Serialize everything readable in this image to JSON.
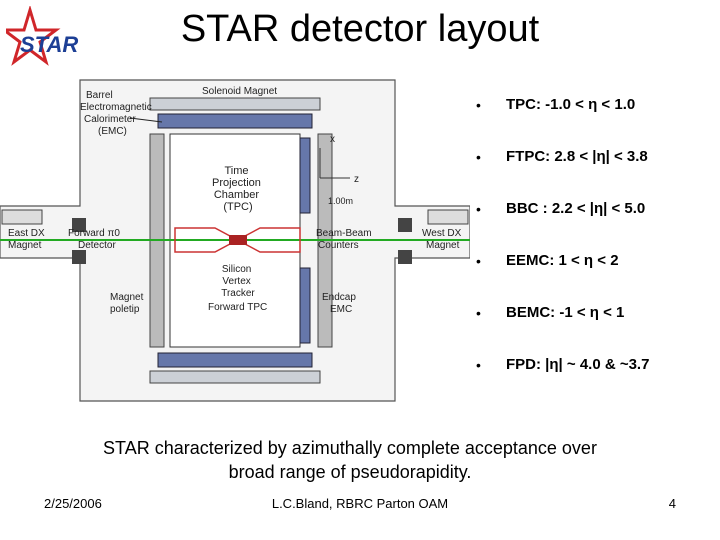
{
  "logo": {
    "text": "STAR"
  },
  "title": "STAR detector layout",
  "diagram": {
    "labels": {
      "solenoid": "Solenoid Magnet",
      "barrel_emc": [
        "Barrel",
        "Electromagnetic",
        "Calorimeter",
        "(EMC)"
      ],
      "tpc": [
        "Time",
        "Projection",
        "Chamber",
        "(TPC)"
      ],
      "east_dx": [
        "East DX",
        "Magnet"
      ],
      "forward_pi0": [
        "Forward π0",
        "Detector"
      ],
      "bbc": [
        "Beam-Beam",
        "Counters"
      ],
      "west_dx": [
        "West DX",
        "Magnet"
      ],
      "svt": [
        "Silicon",
        "Vertex",
        "Tracker"
      ],
      "ftpc": "Forward TPC",
      "magnet_poletip": [
        "Magnet",
        "poletip"
      ],
      "endcap_emc": [
        "Endcap",
        "EMC"
      ],
      "axis_x": "x",
      "axis_z": "z",
      "scale": "1.00m"
    }
  },
  "bullets": [
    {
      "text": "TPC: -1.0 < η < 1.0"
    },
    {
      "text": "FTPC: 2.8 < |η| < 3.8"
    },
    {
      "text": "BBC : 2.2 < |η| < 5.0"
    },
    {
      "text": "EEMC: 1 < η < 2"
    },
    {
      "text": "BEMC: -1 < η < 1"
    },
    {
      "text": "FPD: |η| ~ 4.0 & ~3.7"
    }
  ],
  "bullet_marker": "•",
  "summary": "STAR characterized by azimuthally complete acceptance over broad range of pseudorapidity.",
  "footer": {
    "date": "2/25/2006",
    "author": "L.C.Bland, RBRC Parton OAM",
    "page": "4"
  },
  "colors": {
    "logo_red": "#d0262a",
    "logo_blue": "#1d3f95",
    "tpc_red": "#cc3333",
    "beam_green": "#22aa22"
  }
}
